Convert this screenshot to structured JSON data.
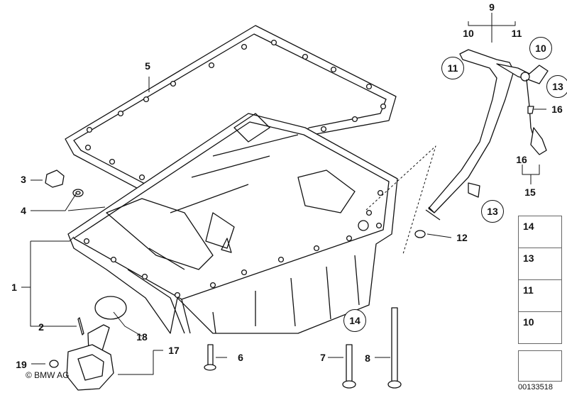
{
  "diagram": {
    "labels": {
      "l1": "1",
      "l2": "2",
      "l3": "3",
      "l4": "4",
      "l5": "5",
      "l6": "6",
      "l7": "7",
      "l8": "8",
      "l9": "9",
      "l10": "10",
      "l11": "11",
      "l12": "12",
      "l15": "15",
      "l16a": "16",
      "l16b": "16",
      "l17": "17",
      "l18": "18",
      "l19": "19"
    },
    "callouts": {
      "c10": "10",
      "c11": "11",
      "c13a": "13",
      "c13b": "13",
      "c14": "14"
    },
    "legend": [
      {
        "number": "14",
        "icon": "clip-icon"
      },
      {
        "number": "13",
        "icon": "bolt-head-icon"
      },
      {
        "number": "11",
        "icon": "bracket-clamp-icon"
      },
      {
        "number": "10",
        "icon": "hose-clip-icon"
      },
      {
        "number": "",
        "icon": "arrow-direction-icon"
      }
    ],
    "copyright": "© BMW AG",
    "doc_number": "00133518"
  }
}
